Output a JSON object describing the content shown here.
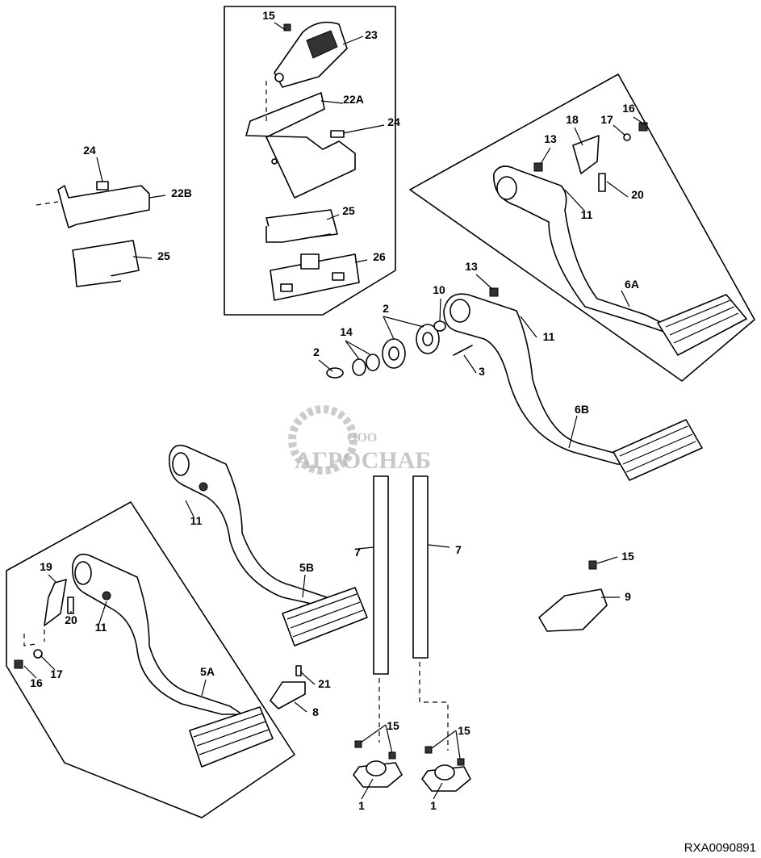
{
  "diagram": {
    "reference_code": "RXA0090891",
    "watermark": {
      "prefix": "ООО",
      "name": "АГРОСНАБ"
    },
    "callouts": [
      "15",
      "23",
      "22A",
      "24",
      "24",
      "22B",
      "25",
      "25",
      "26",
      "13",
      "18",
      "17",
      "16",
      "11",
      "20",
      "13",
      "10",
      "2",
      "14",
      "2",
      "3",
      "11",
      "6A",
      "6B",
      "11",
      "7",
      "7",
      "5B",
      "19",
      "20",
      "11",
      "16",
      "17",
      "5A",
      "21",
      "8",
      "15",
      "9",
      "15",
      "15",
      "1",
      "1"
    ]
  }
}
